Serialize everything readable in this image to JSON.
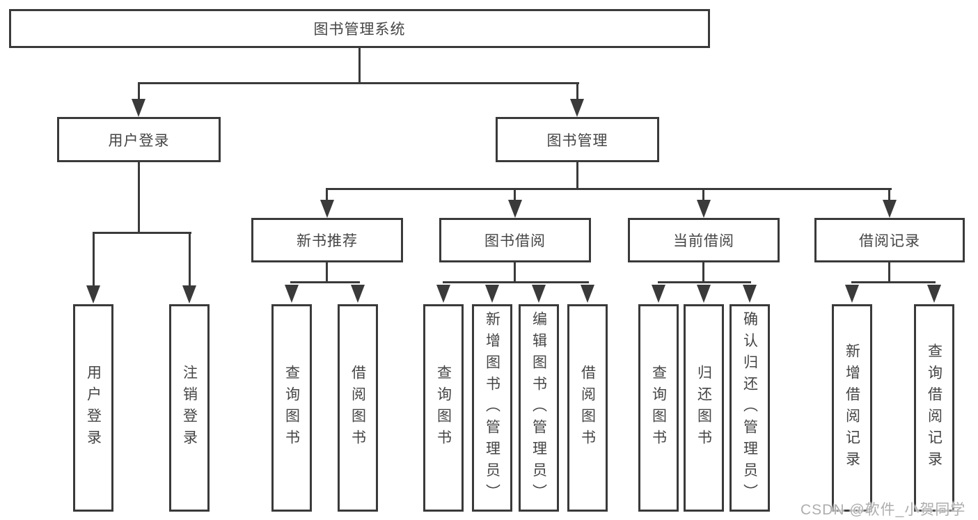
{
  "diagram": {
    "root": {
      "label": "图书管理系统"
    },
    "branches": [
      {
        "label": "用户登录",
        "children": [
          {
            "label": "用户登录"
          },
          {
            "label": "注销登录"
          }
        ]
      },
      {
        "label": "图书管理",
        "children": [
          {
            "label": "新书推荐",
            "children": [
              {
                "label": "查询图书"
              },
              {
                "label": "借阅图书"
              }
            ]
          },
          {
            "label": "图书借阅",
            "children": [
              {
                "label": "查询图书"
              },
              {
                "label": "新增图书（管理员）"
              },
              {
                "label": "编辑图书（管理员）"
              },
              {
                "label": "借阅图书"
              }
            ]
          },
          {
            "label": "当前借阅",
            "children": [
              {
                "label": "查询图书"
              },
              {
                "label": "归还图书"
              },
              {
                "label": "确认归还（管理员）"
              }
            ]
          },
          {
            "label": "借阅记录",
            "children": [
              {
                "label": "新增借阅记录"
              },
              {
                "label": "查询借阅记录"
              }
            ]
          }
        ]
      }
    ]
  },
  "colors": {
    "line": "#3a3a3a",
    "text": "#454545",
    "watermark": "#aeaeae",
    "background": "#ffffff"
  },
  "watermark": {
    "text": "CSDN @软件_小贺同学"
  }
}
